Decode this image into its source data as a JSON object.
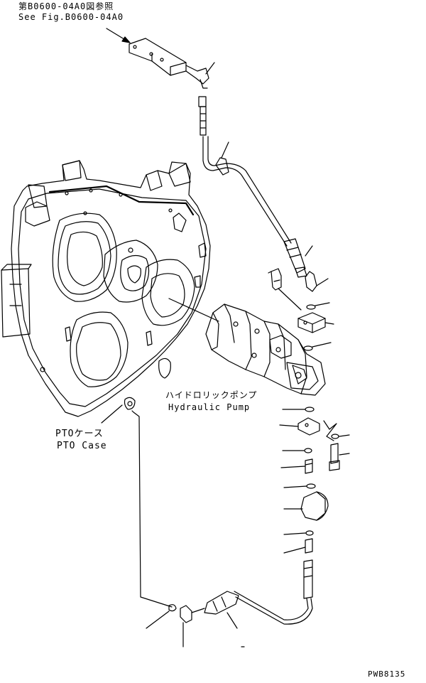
{
  "references": {
    "figure_ref_jp": "第B0600-04A0図参照",
    "figure_ref_en": "See Fig.B0600-04A0"
  },
  "components": {
    "hydraulic_pump_jp": "ハイドロリックポンプ",
    "hydraulic_pump_en": "Hydraulic Pump",
    "pto_case_jp": "PTOケース",
    "pto_case_en": "PTO Case"
  },
  "drawing_number": "PWB8135",
  "colors": {
    "line": "#000000",
    "background": "#ffffff"
  }
}
